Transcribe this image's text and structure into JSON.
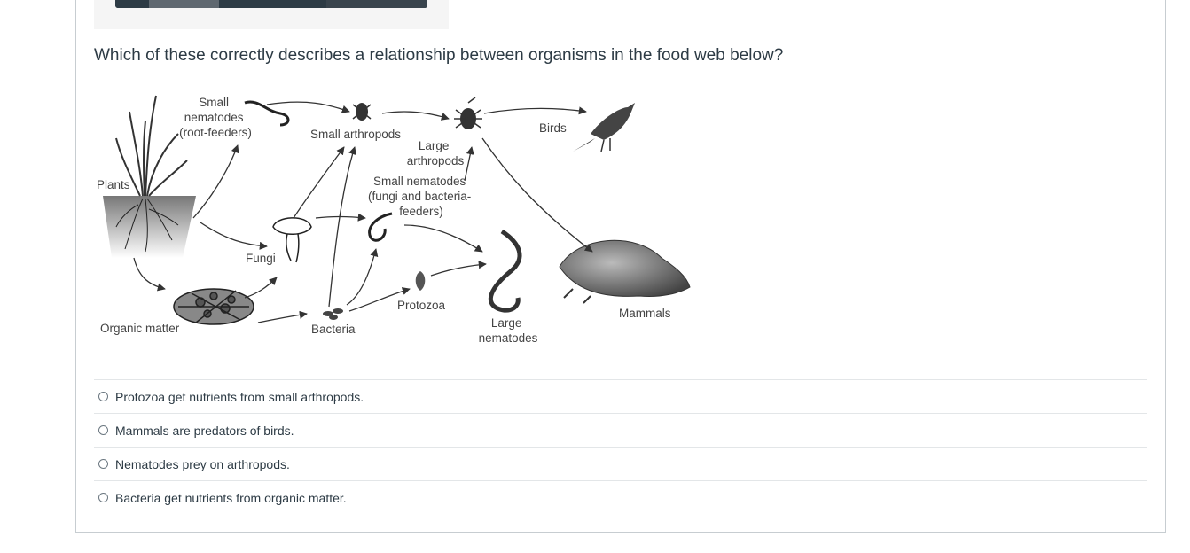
{
  "toolbar": {
    "segments": [
      "#2d3b45",
      "#5f6870",
      "#2d3b45",
      "#2d3b45",
      "#3a4650"
    ]
  },
  "question": {
    "text": "Which of these correctly describes a relationship between organisms in the food web below?"
  },
  "food_web": {
    "labels": {
      "small_nematodes_root": [
        "Small",
        "nematodes",
        "(root-feeders)"
      ],
      "small_arthropods": "Small arthropods",
      "large_arthropods": [
        "Large",
        "arthropods"
      ],
      "birds": "Birds",
      "plants": "Plants",
      "small_nematodes_fb": [
        "Small nematodes",
        "(fungi and bacteria-",
        "feeders)"
      ],
      "fungi": "Fungi",
      "protozoa": "Protozoa",
      "organic_matter": "Organic matter",
      "bacteria": "Bacteria",
      "large_nematodes": [
        "Large",
        "nematodes"
      ],
      "mammals": "Mammals"
    }
  },
  "answers": [
    {
      "label": "Protozoa get nutrients from small arthropods.",
      "selected": false
    },
    {
      "label": "Mammals are predators of birds.",
      "selected": false
    },
    {
      "label": "Nematodes prey on arthropods.",
      "selected": false
    },
    {
      "label": "Bacteria get nutrients from organic matter.",
      "selected": false
    }
  ]
}
